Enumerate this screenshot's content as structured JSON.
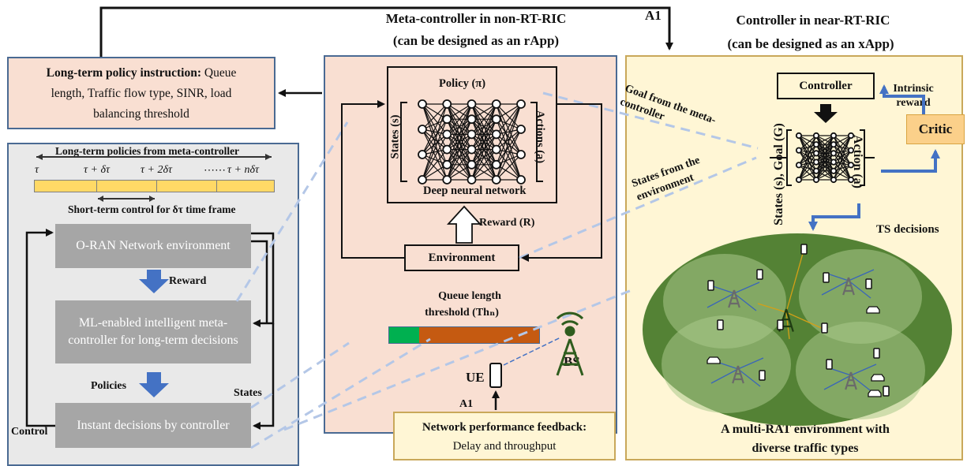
{
  "headers": {
    "meta_title_line1": "Meta-controller in non-RT-RIC",
    "meta_title_line2": "(can be designed as an rApp)",
    "near_title_line1": "Controller in near-RT-RIC",
    "near_title_line2": "(can be designed as an xApp)",
    "a1_top": "A1",
    "a1_bottom": "A1"
  },
  "policy_box": {
    "bold": "Long-term policy instruction:",
    "line1_rest": " Queue",
    "line2": "length, Traffic flow type, SINR, load",
    "line3": "balancing threshold"
  },
  "left_panel": {
    "timeline_title": "Long-term policies from meta-controller",
    "ticks": [
      "τ",
      "τ + δτ",
      "τ + 2δτ",
      "⋯⋯",
      "τ + nδτ"
    ],
    "short_term": "Short-term control for δτ time frame",
    "step1": "O-RAN Network environment",
    "reward": "Reward",
    "step2": "ML-enabled intelligent meta-controller for long-term decisions",
    "policies": "Policies",
    "states": "States",
    "step3": "Instant decisions by controller",
    "control": "Control"
  },
  "meta_panel": {
    "policy": "Policy (π)",
    "states": "States (s)",
    "actions": "Actions (a)",
    "dnn": "Deep neural network",
    "reward": "Reward (R)",
    "environment": "Environment",
    "queue_line1": "Queue length",
    "queue_line2": "threshold (Thₙ)",
    "bs": "BS",
    "ue": "UE"
  },
  "near_panel": {
    "goal_from_meta": "Goal from the meta-controller",
    "states_from_env": "States from the environment",
    "controller": "Controller",
    "intrinsic": "Intrinsic reward",
    "critic": "Critic",
    "states_goal": "States (s), Goal (G)",
    "action": "Action (a)",
    "ts_decisions": "TS decisions",
    "caption_line1": "A multi-RAT environment with",
    "caption_line2": "diverse traffic types"
  },
  "feedback_box": {
    "bold": "Network performance feedback:",
    "line2": "Delay and throughput"
  },
  "colors": {
    "blue_arrow": "#4472c4",
    "dashed_line": "#b4c7e7",
    "queue_green": "#00b050",
    "queue_orange": "#c55a11",
    "ellipse_green": "#548235",
    "critic_fill": "#fbd08a",
    "tower_green": "#4a7a2a"
  }
}
